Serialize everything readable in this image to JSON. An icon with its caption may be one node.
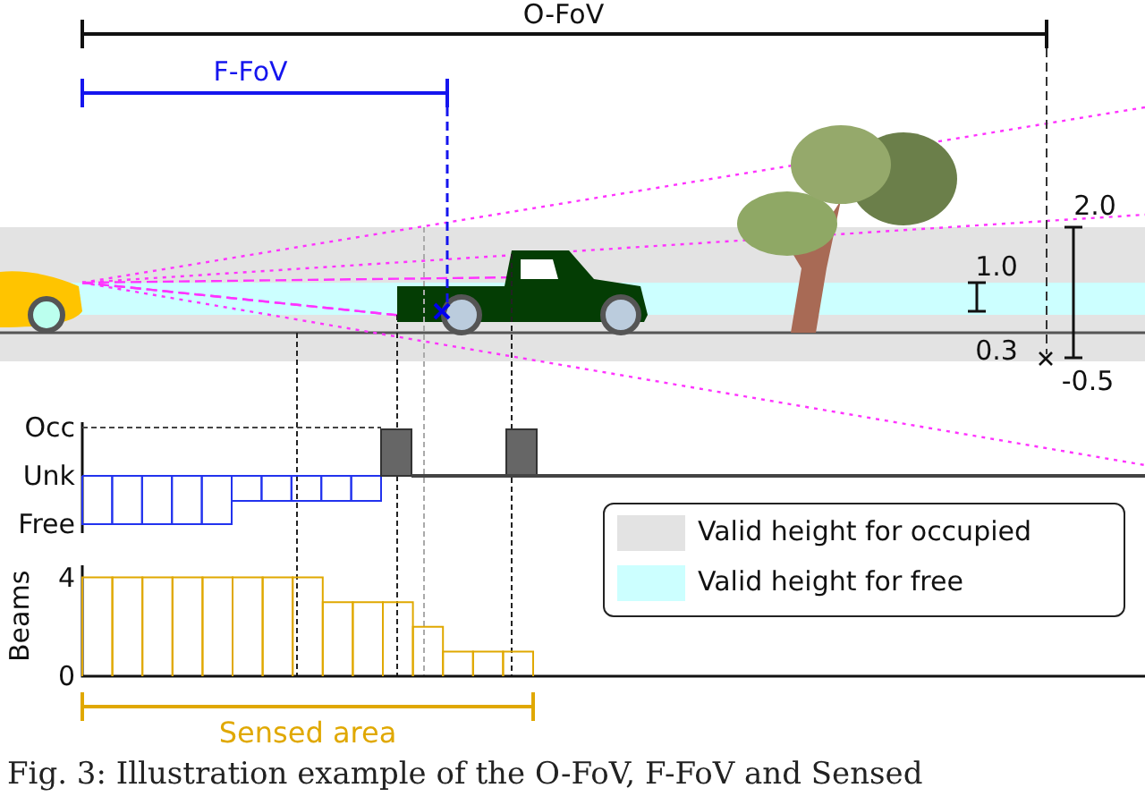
{
  "diagram": {
    "caption": "Fig. 3: Illustration example of the O-FoV, F-FoV and Sensed",
    "labels": [
      "O-FoV",
      "F-FoV",
      "2.0",
      "1.0",
      "0.3",
      "-0.5",
      "Occ",
      "Unk",
      "Free",
      "Beams",
      "4",
      "0",
      "Sensed area"
    ],
    "legend": [
      {
        "text": "Valid height for occupied",
        "color": "#e3e3e3"
      },
      {
        "text": "Valid height for free",
        "color": "#ccffff"
      }
    ]
  }
}
